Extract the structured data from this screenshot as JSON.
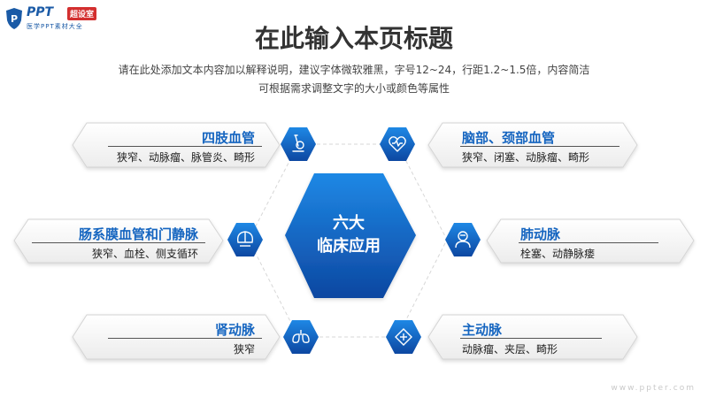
{
  "logo": {
    "brand": "PPT",
    "badge": "超设室",
    "tagline": "医学PPT素材大全"
  },
  "header": {
    "title": "在此输入本页标题",
    "subtitle_line1": "请在此处添加文本内容加以解释说明，建议字体微软雅黑，字号12~24，行距1.2~1.5倍，内容简洁",
    "subtitle_line2": "可根据需求调整文字的大小或颜色等属性"
  },
  "center": {
    "line1": "六大",
    "line2": "临床应用"
  },
  "items": [
    {
      "title": "四肢血管",
      "desc": "狭窄、动脉瘤、脉管炎、畸形",
      "icon": "microscope-icon"
    },
    {
      "title": "脑部、颈部血管",
      "desc": "狭窄、闭塞、动脉瘤、畸形",
      "icon": "heart-pulse-icon"
    },
    {
      "title": "肠系膜血管和门静脉",
      "desc": "狭窄、血栓、侧支循环",
      "icon": "brain-icon"
    },
    {
      "title": "肺动脉",
      "desc": "栓塞、动静脉瘘",
      "icon": "doctor-icon"
    },
    {
      "title": "肾动脉",
      "desc": "狭窄",
      "icon": "lungs-icon"
    },
    {
      "title": "主动脉",
      "desc": "动脉瘤、夹层、畸形",
      "icon": "medical-cross-icon"
    }
  ],
  "watermark": "www.ppter.com",
  "colors": {
    "accent": "#1565c0",
    "hex_dark": "#0d47a1",
    "hex_light": "#1e88e5",
    "card_border": "#d4d4d4"
  }
}
